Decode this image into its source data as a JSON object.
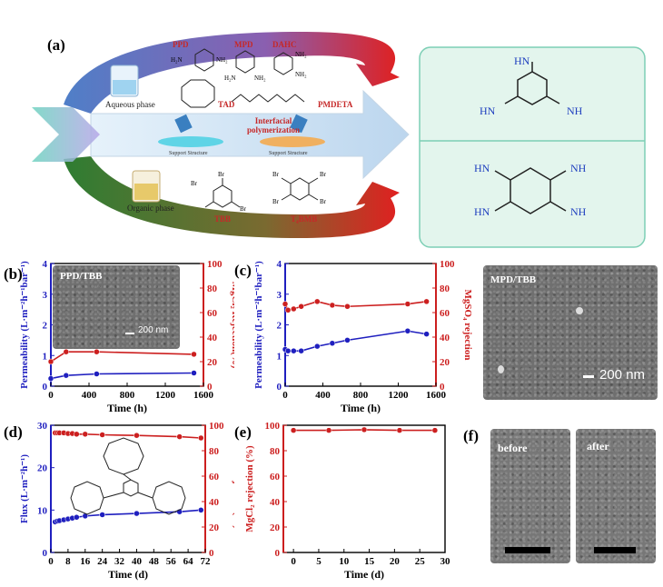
{
  "panel_a": {
    "label": "(a)",
    "aqueous_phase": "Aqueous phase",
    "organic_phase": "Organic phase",
    "interfacial_line1": "Interfacial",
    "interfacial_line2": "polymerization",
    "support_structure": "Support Structure",
    "monomers": {
      "ppd": "PPD",
      "mpd": "MPD",
      "dahc": "DAHC",
      "tad": "TAD",
      "pmdeta": "PMDETA",
      "tbb": "TBB",
      "t4bmb": "T₄BMB"
    },
    "nh2": "NH₂",
    "h2n": "H₂N",
    "nh": "NH",
    "hn": "HN",
    "br": "Br"
  },
  "panel_b": {
    "label": "(b)",
    "inset_label": "PPD/TBB",
    "scale": "200 nm",
    "chart_data": {
      "type": "line",
      "xlabel": "Time (h)",
      "ylabel_left": "Permeability (L·m⁻²h⁻¹bar⁻¹)",
      "ylabel_right": "MgCl₂ Rejection(%)",
      "xlim": [
        0,
        1600
      ],
      "ylim_left": [
        0,
        4
      ],
      "ylim_right": [
        0,
        100
      ],
      "xticks": [
        0,
        400,
        800,
        1200,
        1600
      ],
      "yticks_left": [
        0,
        1,
        2,
        3,
        4
      ],
      "yticks_right": [
        0,
        20,
        40,
        60,
        80,
        100
      ],
      "series": [
        {
          "axis": "left",
          "color": "#1f1fbf",
          "x": [
            0,
            160,
            480,
            1500
          ],
          "y": [
            0.25,
            0.35,
            0.4,
            0.43
          ]
        },
        {
          "axis": "right",
          "color": "#cc1f1f",
          "x": [
            0,
            160,
            480,
            1500
          ],
          "y": [
            20,
            28,
            28,
            26
          ]
        }
      ]
    }
  },
  "panel_c": {
    "label": "(c)",
    "chart_data": {
      "type": "line",
      "xlabel": "Time (h)",
      "ylabel_left": "Permeability (L·m⁻²h⁻¹bar⁻¹)",
      "ylabel_right": "MgSO₄ rejection",
      "xlim": [
        0,
        1600
      ],
      "ylim_left": [
        0,
        4
      ],
      "ylim_right": [
        0,
        100
      ],
      "xticks": [
        0,
        400,
        800,
        1200,
        1600
      ],
      "yticks_left": [
        0,
        1,
        2,
        3,
        4
      ],
      "yticks_right": [
        0,
        20,
        40,
        60,
        80,
        100
      ],
      "series": [
        {
          "axis": "left",
          "color": "#1f1fbf",
          "x": [
            0,
            30,
            90,
            170,
            340,
            500,
            660,
            1300,
            1500
          ],
          "y": [
            1.2,
            1.15,
            1.15,
            1.15,
            1.3,
            1.4,
            1.5,
            1.8,
            1.7
          ]
        },
        {
          "axis": "right",
          "color": "#cc1f1f",
          "x": [
            0,
            30,
            90,
            170,
            340,
            500,
            660,
            1300,
            1500
          ],
          "y": [
            67,
            62,
            63,
            65,
            69,
            66,
            65,
            67,
            69
          ]
        }
      ]
    },
    "sem_label": "MPD/TBB",
    "sem_scale": "200 nm"
  },
  "panel_d": {
    "label": "(d)",
    "chart_data": {
      "type": "line",
      "xlabel": "Time (d)",
      "ylabel_left": "Flux (L·m⁻²h⁻¹)",
      "ylabel_right": "Co²⁺ rejection (%)",
      "xlim": [
        0,
        72
      ],
      "ylim_left": [
        0,
        30
      ],
      "ylim_right": [
        0,
        100
      ],
      "xticks": [
        0,
        8,
        16,
        24,
        32,
        40,
        48,
        56,
        64,
        72
      ],
      "yticks_left": [
        0,
        10,
        20,
        30
      ],
      "yticks_right": [
        0,
        20,
        40,
        60,
        80,
        100
      ],
      "series": [
        {
          "axis": "left",
          "color": "#1f1fbf",
          "x": [
            2,
            3,
            4,
            6,
            8,
            10,
            12,
            16,
            24,
            40,
            60,
            70
          ],
          "y": [
            7.2,
            7.4,
            7.5,
            7.7,
            7.9,
            8.1,
            8.3,
            8.6,
            8.9,
            9.2,
            9.6,
            10
          ]
        },
        {
          "axis": "right",
          "color": "#cc1f1f",
          "x": [
            2,
            3,
            4,
            6,
            8,
            10,
            12,
            16,
            24,
            40,
            60,
            70
          ],
          "y": [
            94,
            94,
            94,
            94,
            93.5,
            93.5,
            93,
            93,
            92.5,
            92,
            91,
            90
          ]
        }
      ]
    }
  },
  "panel_e": {
    "label": "(e)",
    "chart_data": {
      "type": "line",
      "xlabel": "Time (d)",
      "ylabel": "MgCl₂ rejection (%)",
      "xlim": [
        -2,
        30
      ],
      "ylim": [
        0,
        100
      ],
      "xticks": [
        0,
        5,
        10,
        15,
        20,
        25,
        30
      ],
      "yticks": [
        0,
        20,
        40,
        60,
        80,
        100
      ],
      "series": [
        {
          "color": "#cc1f1f",
          "x": [
            0,
            7,
            14,
            21,
            28
          ],
          "y": [
            96,
            96,
            96.5,
            96,
            96
          ]
        }
      ]
    }
  },
  "panel_f": {
    "label": "(f)",
    "before": "before",
    "after": "after"
  }
}
